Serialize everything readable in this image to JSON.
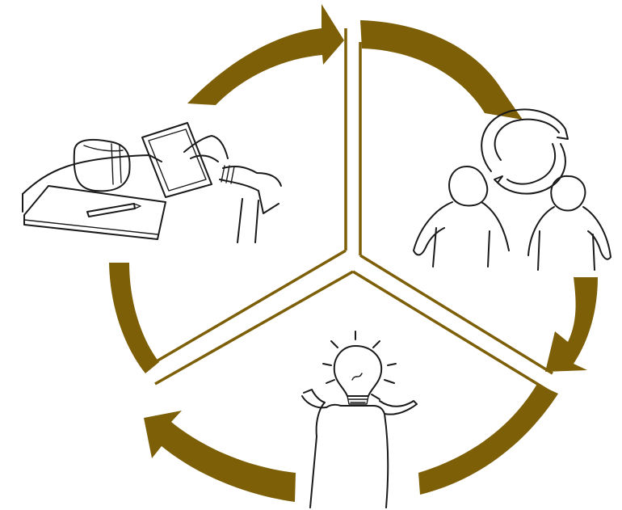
{
  "diagram": {
    "type": "three-stage-cycle",
    "accent_color": "#7d5f07",
    "background_color": "#ffffff",
    "sketch_color": "#1a1a1a",
    "flow_direction": "clockwise",
    "stages": [
      {
        "position": "top-left",
        "icon": "person-using-tablet-at-desk-icon"
      },
      {
        "position": "right",
        "icon": "two-people-exchanging-ideas-icon"
      },
      {
        "position": "bottom",
        "icon": "person-with-lightbulb-idea-icon"
      }
    ]
  }
}
